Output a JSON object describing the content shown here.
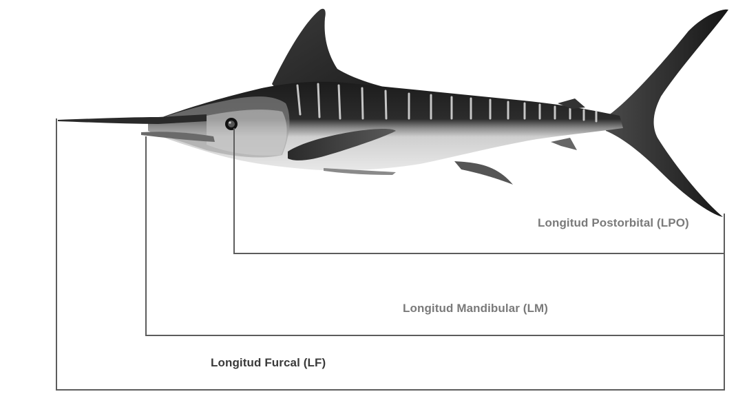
{
  "diagram": {
    "labels": {
      "postorbital": "Longitud Postorbital (LPO)",
      "mandibular": "Longitud Mandibular (LM)",
      "furcal": "Longitud Furcal (LF)"
    },
    "colors": {
      "line": "#5c5c5c",
      "label_light": "#7a7a7a",
      "label_dark": "#3a3a3a",
      "fish_dark": "#242424",
      "fish_mid": "#6a6a6a",
      "fish_belly": "#dcdcdc",
      "stripe": "#d8d8d8"
    },
    "figure": {
      "subject": "marlin-illustration"
    }
  }
}
